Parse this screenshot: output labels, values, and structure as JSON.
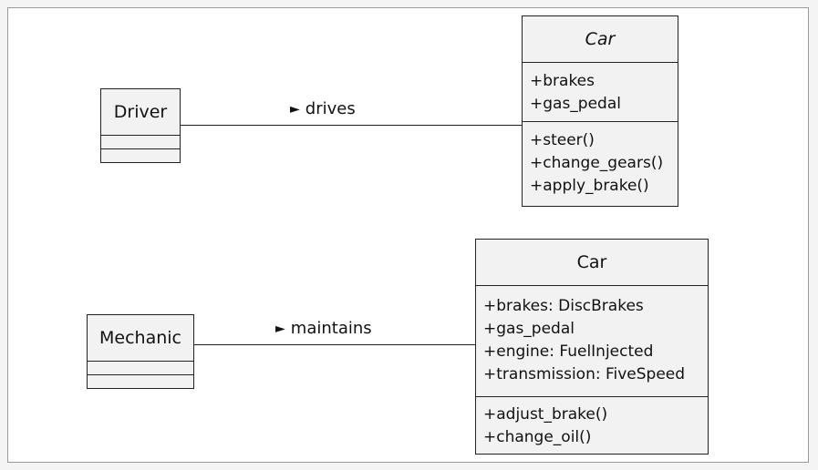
{
  "diagram": {
    "top": {
      "actor": {
        "name": "Driver"
      },
      "association": {
        "arrow": "►",
        "label": "drives"
      },
      "car": {
        "name": "Car",
        "attributes": [
          "+brakes",
          "+gas_pedal"
        ],
        "operations": [
          "+steer()",
          "+change_gears()",
          "+apply_brake()"
        ]
      }
    },
    "bottom": {
      "actor": {
        "name": "Mechanic"
      },
      "association": {
        "arrow": "►",
        "label": "maintains"
      },
      "car": {
        "name": "Car",
        "attributes": [
          "+brakes: DiscBrakes",
          "+gas_pedal",
          "+engine: FuelInjected",
          "+transmission: FiveSpeed"
        ],
        "operations": [
          "+adjust_brake()",
          "+change_oil()"
        ]
      }
    }
  }
}
